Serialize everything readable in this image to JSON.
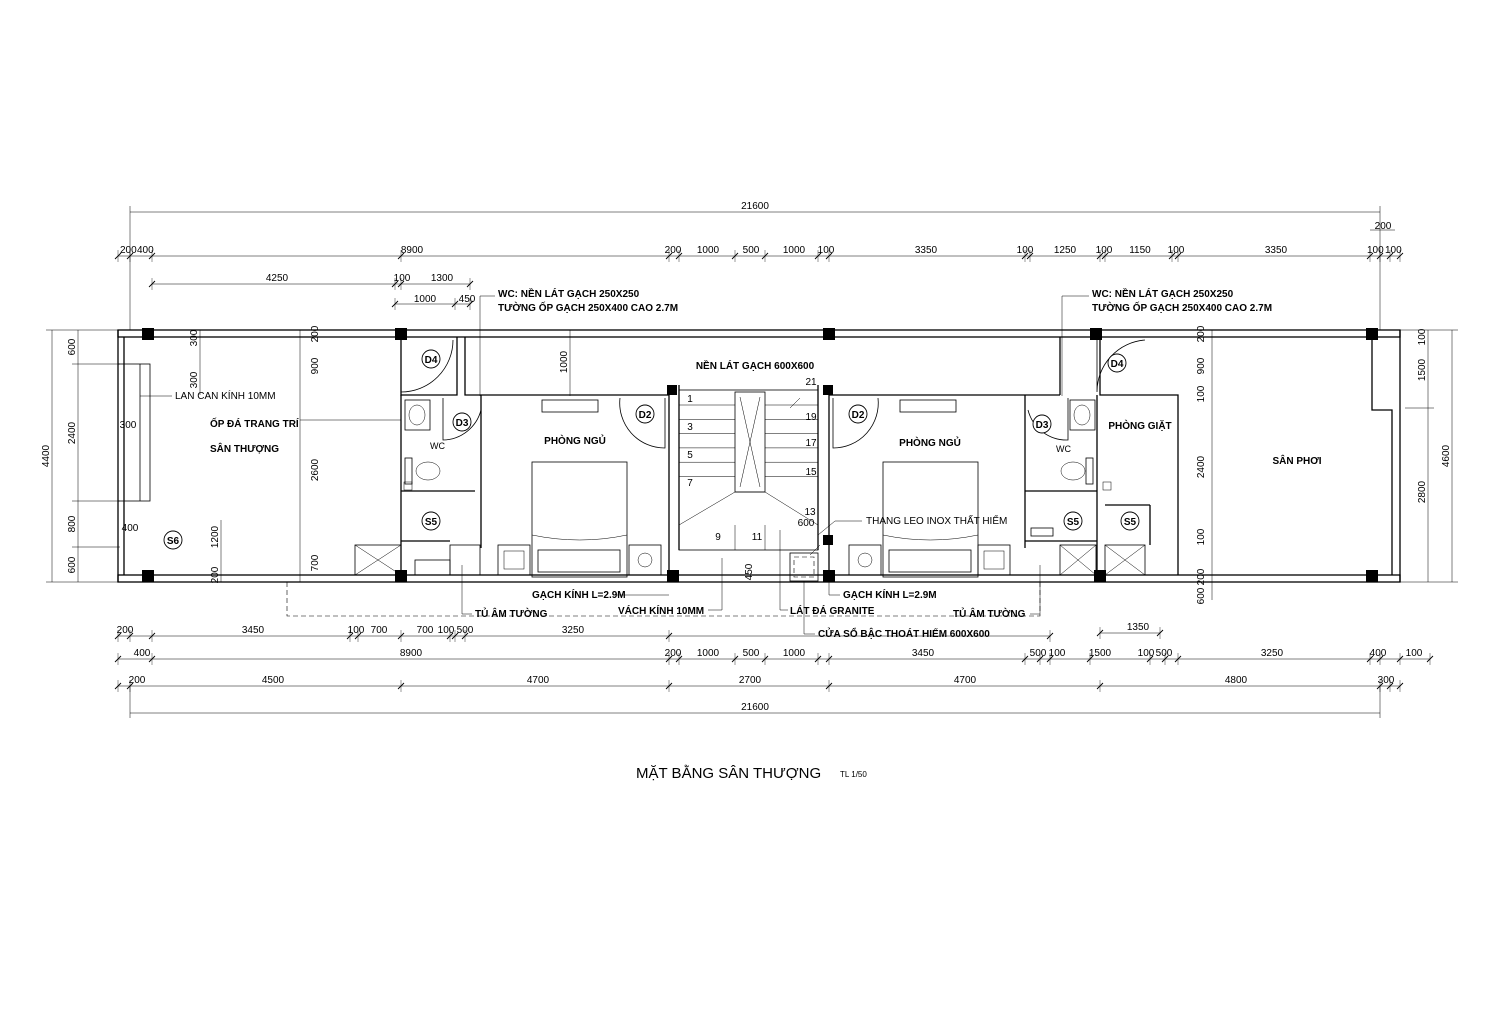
{
  "title": "MẶT BẰNG SÂN THƯỢNG",
  "scale": "TL 1/50",
  "labels": {
    "wc_note_left_1": "WC: NỀN LÁT GẠCH 250X250",
    "wc_note_left_2": "TƯỜNG ỐP GẠCH 250X400 CAO 2.7M",
    "wc_note_right_1": "WC: NỀN LÁT GẠCH 250X250",
    "wc_note_right_2": "TƯỜNG ỐP GẠCH 250X400 CAO 2.7M",
    "floor_note": "NỀN LÁT GẠCH 600X600",
    "railing": "LAN CAN KÍNH 10MM",
    "stone": "ỐP ĐÁ TRANG TRÍ",
    "terrace": "SÂN THƯỢNG",
    "wc_left": "WC",
    "wc_right": "WC",
    "bedroom_left": "PHÒNG NGỦ",
    "bedroom_right": "PHÒNG NGỦ",
    "laundry": "PHÒNG GIẶT",
    "drying": "SÂN PHƠI",
    "ladder": "THANG LEO INOX THẤT HIỂM",
    "glass_brick_left": "GẠCH KÍNH L=2.9M",
    "glass_brick_right": "GẠCH KÍNH L=2.9M",
    "glass_wall": "VÁCH KÍNH 10MM",
    "granite": "LÁT ĐÁ GRANITE",
    "wardrobe_left": "TỦ ÂM TƯỜNG",
    "wardrobe_right": "TỦ ÂM TƯỜNG",
    "escape_window": "CỬA SỔ BẬC THOÁT HIỂM 600X600"
  },
  "tags": {
    "d4a": "D4",
    "d4b": "D4",
    "d3a": "D3",
    "d3b": "D3",
    "d2a": "D2",
    "d2b": "D2",
    "s5a": "S5",
    "s5b": "S5",
    "s5c": "S5",
    "s6": "S6"
  },
  "stairs": {
    "left_steps": [
      "1",
      "3",
      "5",
      "7",
      "9"
    ],
    "right_steps": [
      "21",
      "19",
      "17",
      "15",
      "13",
      "11"
    ],
    "landing": "600"
  },
  "dims": {
    "total_top": "21600",
    "total_bottom": "21600",
    "top_right_200": "200",
    "top_row": [
      "200",
      "400",
      "8900",
      "200",
      "1000",
      "500",
      "1000",
      "100",
      "3350",
      "100",
      "1250",
      "100",
      "1150",
      "100",
      "3350",
      "100",
      "100"
    ],
    "top_row2": [
      "4250",
      "100",
      "1300"
    ],
    "top_row3": [
      "1000",
      "450"
    ],
    "bottom_row1": [
      "200",
      "3450",
      "100",
      "700",
      "700",
      "100",
      "500",
      "3250",
      "1350"
    ],
    "bottom_row2": [
      "400",
      "8900",
      "200",
      "1000",
      "500",
      "1000",
      "3450",
      "500",
      "100",
      "1500",
      "100",
      "500",
      "3250",
      "400",
      "100"
    ],
    "bottom_row3": [
      "200",
      "4500",
      "4700",
      "2700",
      "4700",
      "4800",
      "300"
    ],
    "left_outer": [
      "600",
      "2400",
      "800",
      "600"
    ],
    "left_total": "4400",
    "left_inner": [
      "300",
      "300",
      "300",
      "400",
      "1200",
      "200"
    ],
    "left_room": [
      "200",
      "900",
      "2600",
      "700"
    ],
    "stair_1000": "1000",
    "stair_450": "450",
    "right_room": [
      "200",
      "900",
      "100",
      "2400",
      "100",
      "200",
      "600"
    ],
    "right_outer": [
      "100",
      "1500",
      "2800"
    ],
    "right_total": "4600"
  }
}
